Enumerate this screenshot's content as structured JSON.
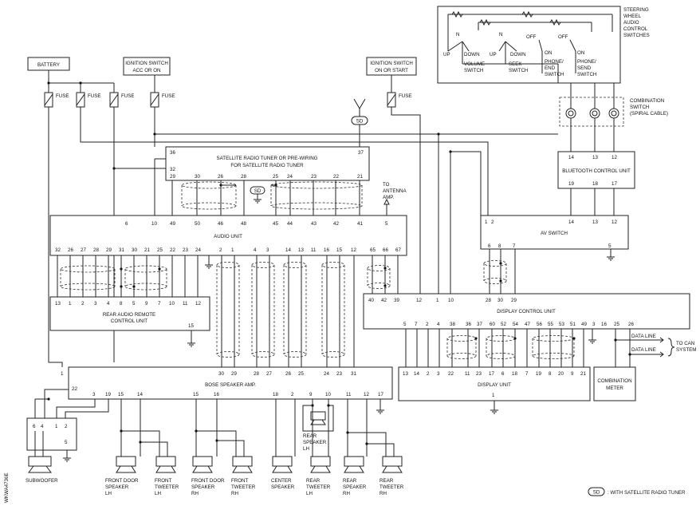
{
  "title_tags": {
    "battery": "BATTERY",
    "ign_acc_1": "IGNITION SWITCH",
    "ign_acc_2": "ACC OR ON",
    "ign_on_1": "IGNITION SWITCH",
    "ign_on_2": "ON OR START",
    "fuse": "FUSE"
  },
  "sd": {
    "mark": "SD",
    "legend": ": WITH SATELLITE RADIO TUNER"
  },
  "antenna": {
    "l1": "TO",
    "l2": "ANTENNA",
    "l3": "AMP."
  },
  "steering": {
    "l1": "STEERING",
    "l2": "WHEEL",
    "l3": "AUDIO",
    "l4": "CONTROL",
    "l5": "SWITCHES",
    "up1": "UP",
    "n1": "N",
    "down1": "DOWN",
    "vol1": "VOLUME",
    "vol2": "SWITCH",
    "up2": "UP",
    "n2": "N",
    "down2": "DOWN",
    "seek1": "SEEK",
    "seek2": "SWITCH",
    "off1": "OFF",
    "on1": "ON",
    "pe1": "PHONE/",
    "pe2": "END",
    "pe3": "SWITCH",
    "off2": "OFF",
    "on2": "ON",
    "ps1": "PHONE/",
    "ps2": "SEND",
    "ps3": "SWITCH"
  },
  "combo": {
    "l1": "COMBINATION",
    "l2": "SWITCH",
    "l3": "(SPIRAL CABLE)"
  },
  "bluetooth": {
    "label": "BLUETOOTH CONTROL UNIT",
    "top": [
      "14",
      "13",
      "12"
    ],
    "bottom": [
      "19",
      "18",
      "17"
    ]
  },
  "sat": {
    "l1": "SATELLITE RADIO TUNER OR PRE-WIRING",
    "l2": "FOR SATELLITE RADIO TUNER",
    "p36": "36",
    "p37": "37",
    "p32": "32",
    "bottom": [
      "29",
      "30",
      "26",
      "28",
      "25",
      "24",
      "23",
      "22",
      "21"
    ]
  },
  "audio": {
    "label": "AUDIO UNIT",
    "top": [
      "6",
      "10",
      "49",
      "50",
      "46",
      "48",
      "45",
      "44",
      "43",
      "42",
      "41",
      "5"
    ],
    "bottom": [
      "32",
      "26",
      "27",
      "28",
      "29",
      "31",
      "30",
      "21",
      "25",
      "22",
      "23",
      "24",
      "2",
      "1",
      "4",
      "3",
      "14",
      "13",
      "11",
      "16",
      "15",
      "12",
      "65",
      "66",
      "67"
    ]
  },
  "rear_remote": {
    "l1": "REAR AUDIO REMOTE",
    "l2": "CONTROL UNIT",
    "pins": [
      "13",
      "1",
      "2",
      "3",
      "4",
      "8",
      "5",
      "9",
      "7",
      "10",
      "11",
      "12"
    ],
    "p15": "15"
  },
  "av": {
    "label": "AV SWITCH",
    "top": [
      "1",
      "2",
      "14",
      "13",
      "12"
    ],
    "bottom": [
      "6",
      "8",
      "7",
      "5"
    ]
  },
  "display_ctrl": {
    "label": "DISPLAY CONTROL UNIT",
    "top": [
      "40",
      "42",
      "39",
      "12",
      "1",
      "10",
      "28",
      "30",
      "29"
    ],
    "bottom": [
      "5",
      "7",
      "2",
      "4",
      "38",
      "36",
      "37",
      "60",
      "52",
      "54",
      "47",
      "56",
      "55",
      "53",
      "51",
      "49",
      "3",
      "16",
      "25",
      "26"
    ]
  },
  "display": {
    "label": "DISPLAY UNIT",
    "top": [
      "13",
      "14",
      "2",
      "3",
      "22",
      "11",
      "23",
      "17",
      "6",
      "18",
      "7",
      "19",
      "8",
      "20",
      "9",
      "21"
    ],
    "p1": "1"
  },
  "meter": {
    "l1": "COMBINATION",
    "l2": "METER",
    "data1": "DATA LINE",
    "data2": "DATA LINE",
    "can1": "TO CAN",
    "can2": "SYSTEM"
  },
  "bose": {
    "label": "BOSE SPEAKER AMP.",
    "top": [
      "1",
      "30",
      "29",
      "28",
      "27",
      "26",
      "25",
      "24",
      "23",
      "31"
    ],
    "p22": "22",
    "bottom": [
      "3",
      "19",
      "15",
      "14",
      "15",
      "16",
      "18",
      "2",
      "9",
      "10",
      "11",
      "12",
      "17"
    ]
  },
  "sub_block": {
    "pins": [
      "6",
      "4",
      "1",
      "2"
    ],
    "p5": "5"
  },
  "speakers": [
    {
      "l1": "SUBWOOFER",
      "l2": "",
      "l3": ""
    },
    {
      "l1": "FRONT DOOR",
      "l2": "SPEAKER",
      "l3": "LH"
    },
    {
      "l1": "FRONT",
      "l2": "TWEETER",
      "l3": "LH"
    },
    {
      "l1": "FRONT DOOR",
      "l2": "SPEAKER",
      "l3": "RH"
    },
    {
      "l1": "FRONT",
      "l2": "TWEETER",
      "l3": "RH"
    },
    {
      "l1": "CENTER",
      "l2": "SPEAKER",
      "l3": ""
    },
    {
      "l1": "REAR",
      "l2": "TWEETER",
      "l3": "LH"
    },
    {
      "l1": "REAR",
      "l2": "SPEAKER",
      "l3": "RH"
    },
    {
      "l1": "REAR",
      "l2": "TWEETER",
      "l3": "RH"
    }
  ],
  "rear_lh": {
    "l1": "REAR",
    "l2": "SPEAKER",
    "l3": "LH"
  },
  "side_code": "WKWA4736E"
}
